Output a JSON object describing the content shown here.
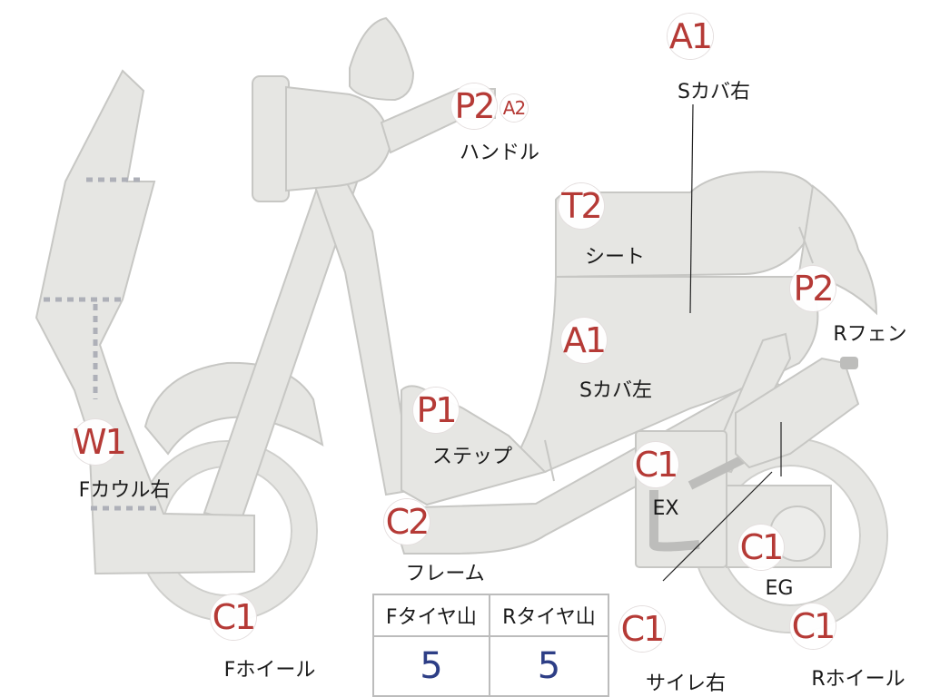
{
  "parts": [
    {
      "id": "handle",
      "code": "P2",
      "label": "ハンドル",
      "extra_code": "A2"
    },
    {
      "id": "s-cover-right",
      "code": "A1",
      "label": "Sカバ右"
    },
    {
      "id": "seat",
      "code": "T2",
      "label": "シート"
    },
    {
      "id": "r-fender",
      "code": "P2",
      "label": "Rフェン"
    },
    {
      "id": "s-cover-left",
      "code": "A1",
      "label": "Sカバ左"
    },
    {
      "id": "step",
      "code": "P1",
      "label": "ステップ"
    },
    {
      "id": "f-cowl-right",
      "code": "W1",
      "label": "Fカウル右"
    },
    {
      "id": "frame",
      "code": "C2",
      "label": "フレーム"
    },
    {
      "id": "exhaust",
      "code": "C1",
      "label": "EX"
    },
    {
      "id": "engine",
      "code": "C1",
      "label": "EG"
    },
    {
      "id": "f-wheel",
      "code": "C1",
      "label": "Fホイール"
    },
    {
      "id": "muffler-right",
      "code": "C1",
      "label": "サイレ右"
    },
    {
      "id": "r-wheel",
      "code": "C1",
      "label": "Rホイール"
    }
  ],
  "tire_table": {
    "headers": [
      "Fタイヤ山",
      "Rタイヤ山"
    ],
    "values": [
      "5",
      "5"
    ]
  },
  "colors": {
    "code_text": "#b53a36",
    "tire_value": "#2d3e86",
    "part_fill": "#e6e6e3"
  }
}
